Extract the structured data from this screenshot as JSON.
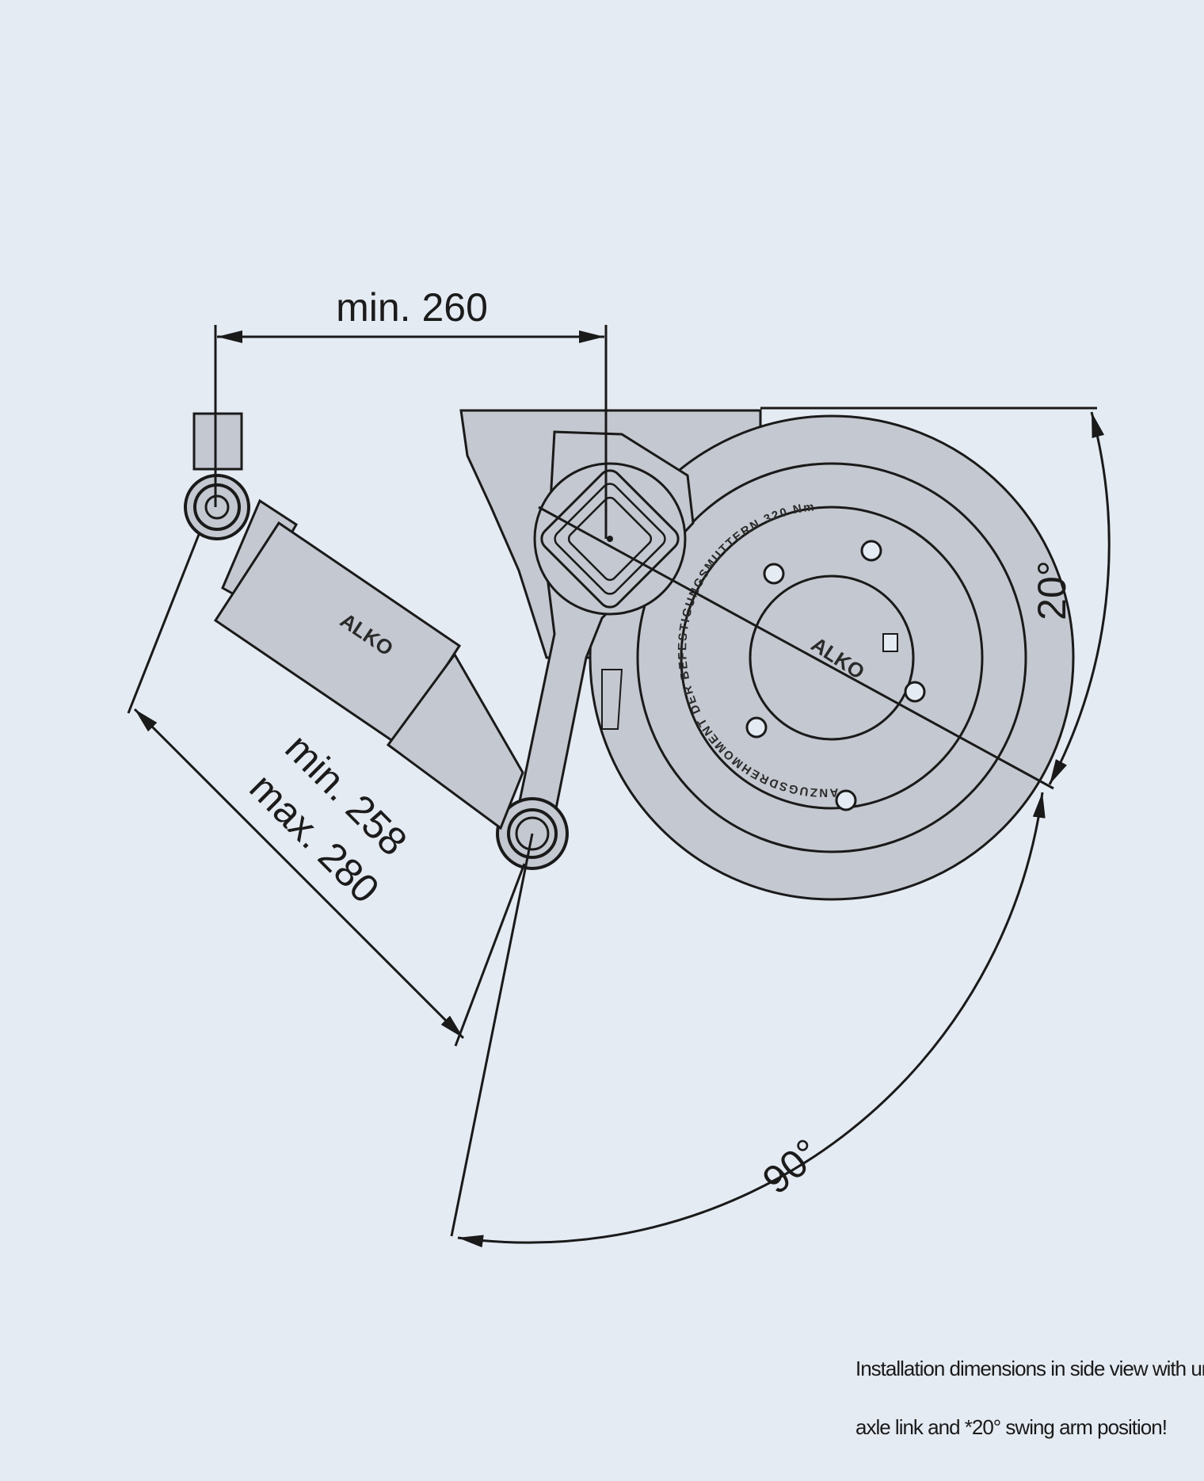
{
  "dimensions": {
    "top_distance": "min. 260",
    "damper_min": "min. 258",
    "damper_max": "max. 280",
    "angle_arm": "20°",
    "angle_swing": "90°"
  },
  "logos": {
    "damper": "ALKO",
    "hub": "ALKO"
  },
  "hub_ring_text": "ANZUGSDREHMOMENT DER BEFESTIGUNGSMUTTERN 320 Nm",
  "caption": {
    "line1": "Installation dimensions in side view with unladen",
    "line2": "axle link and *20° swing arm position!"
  },
  "colors": {
    "background": "#e5ebf3",
    "part_fill": "#c4c8d0",
    "line": "#1a1a1a"
  }
}
